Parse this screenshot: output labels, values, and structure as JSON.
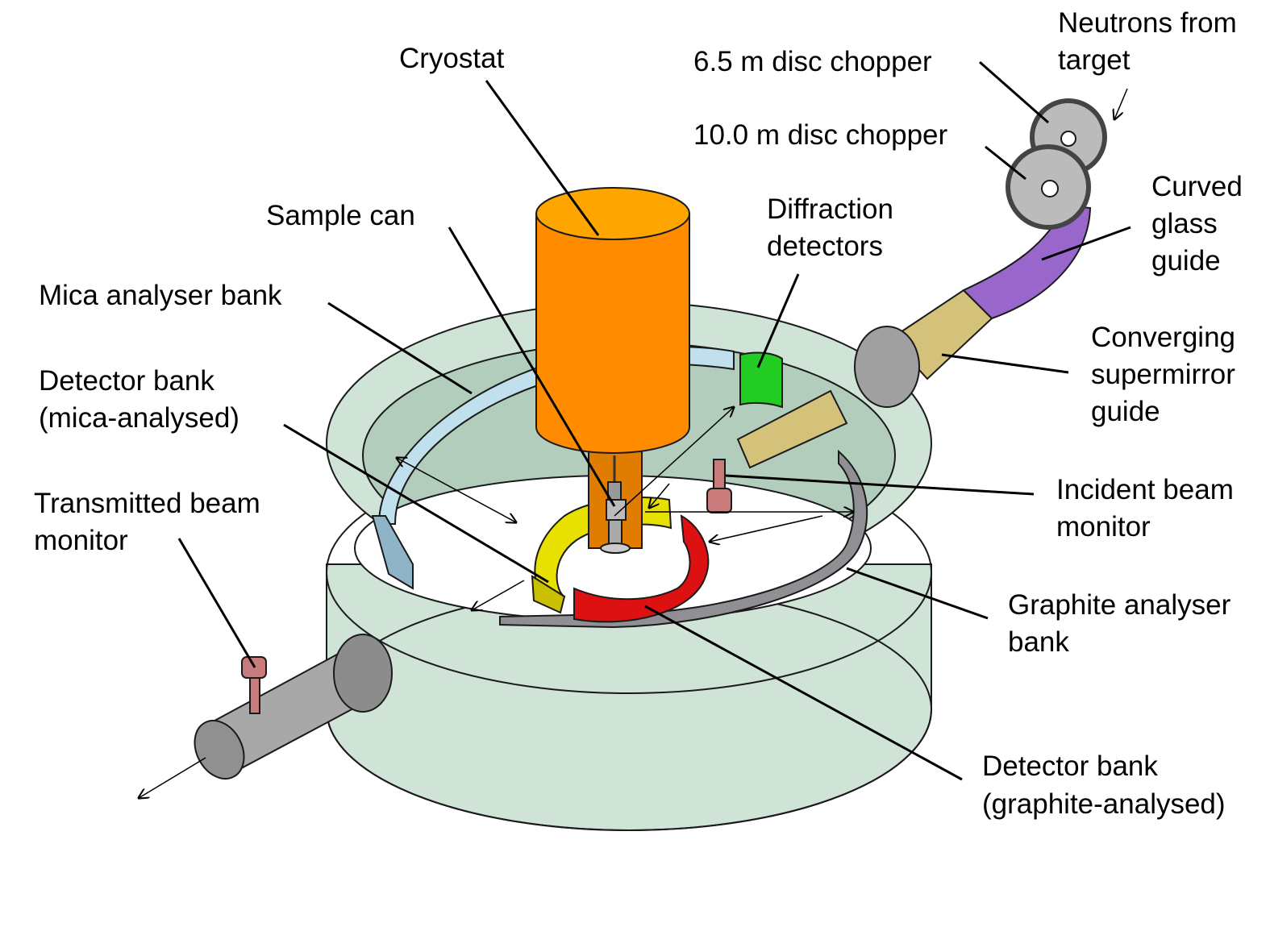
{
  "labels": {
    "cryostat": "Cryostat",
    "sample_can": "Sample can",
    "mica_bank": "Mica analyser bank",
    "detector_mica_1": "Detector bank",
    "detector_mica_2": "(mica-analysed)",
    "transmitted_1": "Transmitted beam",
    "transmitted_2": "monitor",
    "chopper_65": "6.5 m disc chopper",
    "chopper_10": "10.0 m disc chopper",
    "neutrons_1": "Neutrons from",
    "neutrons_2": "target",
    "curved_1": "Curved",
    "curved_2": "glass",
    "curved_3": "guide",
    "diffraction_1": "Diffraction",
    "diffraction_2": "detectors",
    "converging_1": "Converging",
    "converging_2": "supermirror",
    "converging_3": "guide",
    "incident_1": "Incident beam",
    "incident_2": "monitor",
    "graphite_bank_1": "Graphite analyser",
    "graphite_bank_2": "bank",
    "detector_graphite_1": "Detector bank",
    "detector_graphite_2": "(graphite-analysed)"
  },
  "colors": {
    "vessel": "#cfe3d6",
    "vessel_inner": "#b3cdbd",
    "cryostat": "#ff8c00",
    "cryostat_top": "#ffa500",
    "mica_analyser": "#bfe0ec",
    "graphite_analyser": "#8f8f94",
    "yellow_bank": "#e8e000",
    "red_bank": "#dd1111",
    "diffraction_detector": "#22cc22",
    "curved_guide": "#9966cc",
    "supermirror_guide": "#d4c27a",
    "monitor": "#c97a7a",
    "beam_pipe": "#a8a8a8",
    "chopper": "#444444"
  }
}
